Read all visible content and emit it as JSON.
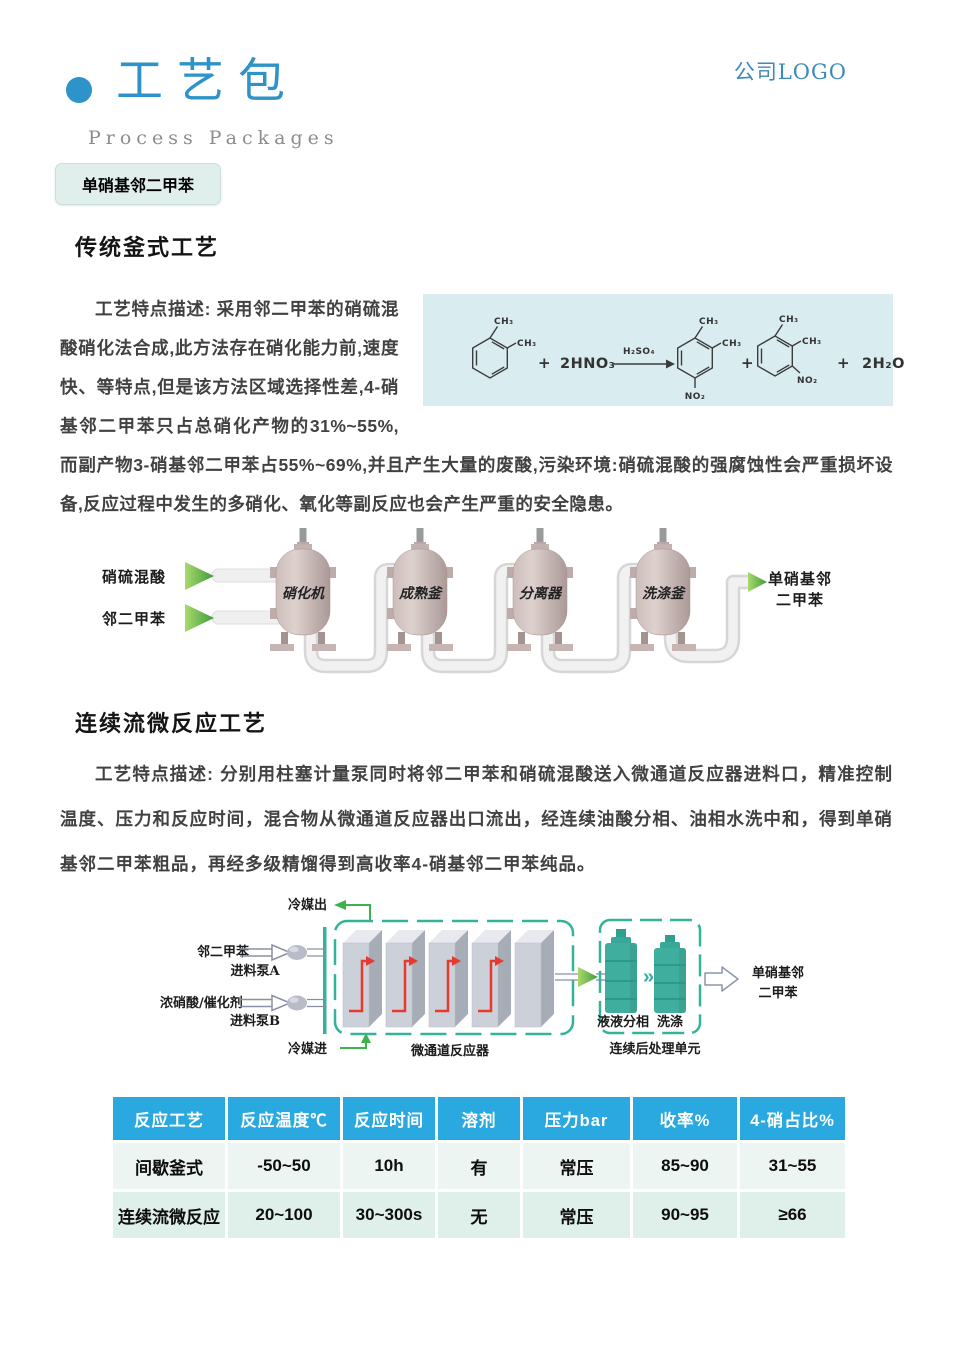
{
  "header": {
    "logo": "公司LOGO",
    "title": "工艺包",
    "subtitle": "Process Packages",
    "badge": "单硝基邻二甲苯"
  },
  "section1": {
    "title": "传统釜式工艺",
    "paragraph": "工艺特点描述: 采用邻二甲苯的硝硫混酸硝化法合成,此方法存在硝化能力前,速度快、等特点,但是该方法区域选择性差,4-硝基邻二甲苯只占总硝化产物的31%~55%,而副产物3-硝基邻二甲苯占55%~69%,并且产生大量的废酸,污染环境:硝硫混酸的强腐蚀性会严重损坏设备,反应过程中发生的多硝化、氧化等副反应也会产生严重的安全隐患。",
    "reaction": {
      "methyl": "CH₃",
      "nitro": "NO₂",
      "plus": "+",
      "nitric_acid": "2HNO₃",
      "sulfuric_acid": "H₂SO₄",
      "water": "2H₂O"
    },
    "flow": {
      "inputs": [
        "硝硫混酸",
        "邻二甲苯"
      ],
      "vessels": [
        "硝化机",
        "成熟釜",
        "分离器",
        "洗涤釜"
      ],
      "output": [
        "单硝基邻",
        "二甲苯"
      ]
    }
  },
  "section2": {
    "title": "连续流微反应工艺",
    "paragraph": "工艺特点描述: 分别用柱塞计量泵同时将邻二甲苯和硝硫混酸送入微通道反应器进料口，精准控制温度、压力和反应时间，混合物从微通道反应器出口流出，经连续油酸分相、油相水洗中和，得到单硝基邻二甲苯粗品，再经多级精馏得到高收率4-硝基邻二甲苯纯品。",
    "flow": {
      "coolant_out": "冷媒出",
      "coolant_in": "冷媒进",
      "feed_a": "邻二甲苯",
      "pump_a": "进料泵A",
      "feed_b": "浓硝酸/催化剂",
      "pump_b": "进料泵B",
      "reactor_label": "微通道反应器",
      "chevron": "»",
      "unit1": "液液分相",
      "unit2": "洗涤",
      "post_label": "连续后处理单元",
      "output": [
        "单硝基邻",
        "二甲苯"
      ]
    }
  },
  "table": {
    "headers": [
      "反应工艺",
      "反应温度℃",
      "反应时间",
      "溶剂",
      "压力bar",
      "收率%",
      "4-硝占比%"
    ],
    "rows": [
      [
        "间歇釜式",
        "-50~50",
        "10h",
        "有",
        "常压",
        "85~90",
        "31~55"
      ],
      [
        "连续流微反应",
        "20~100",
        "30~300s",
        "无",
        "常压",
        "90~95",
        "≥66"
      ]
    ]
  },
  "colors": {
    "accent_blue": "#2e93c8",
    "table_header": "#29a9df",
    "teal": "#35b39a",
    "light_box": "#d9ecef",
    "badge_bg": "#e1efec",
    "green": "#52b54a",
    "red": "#e8392f"
  }
}
